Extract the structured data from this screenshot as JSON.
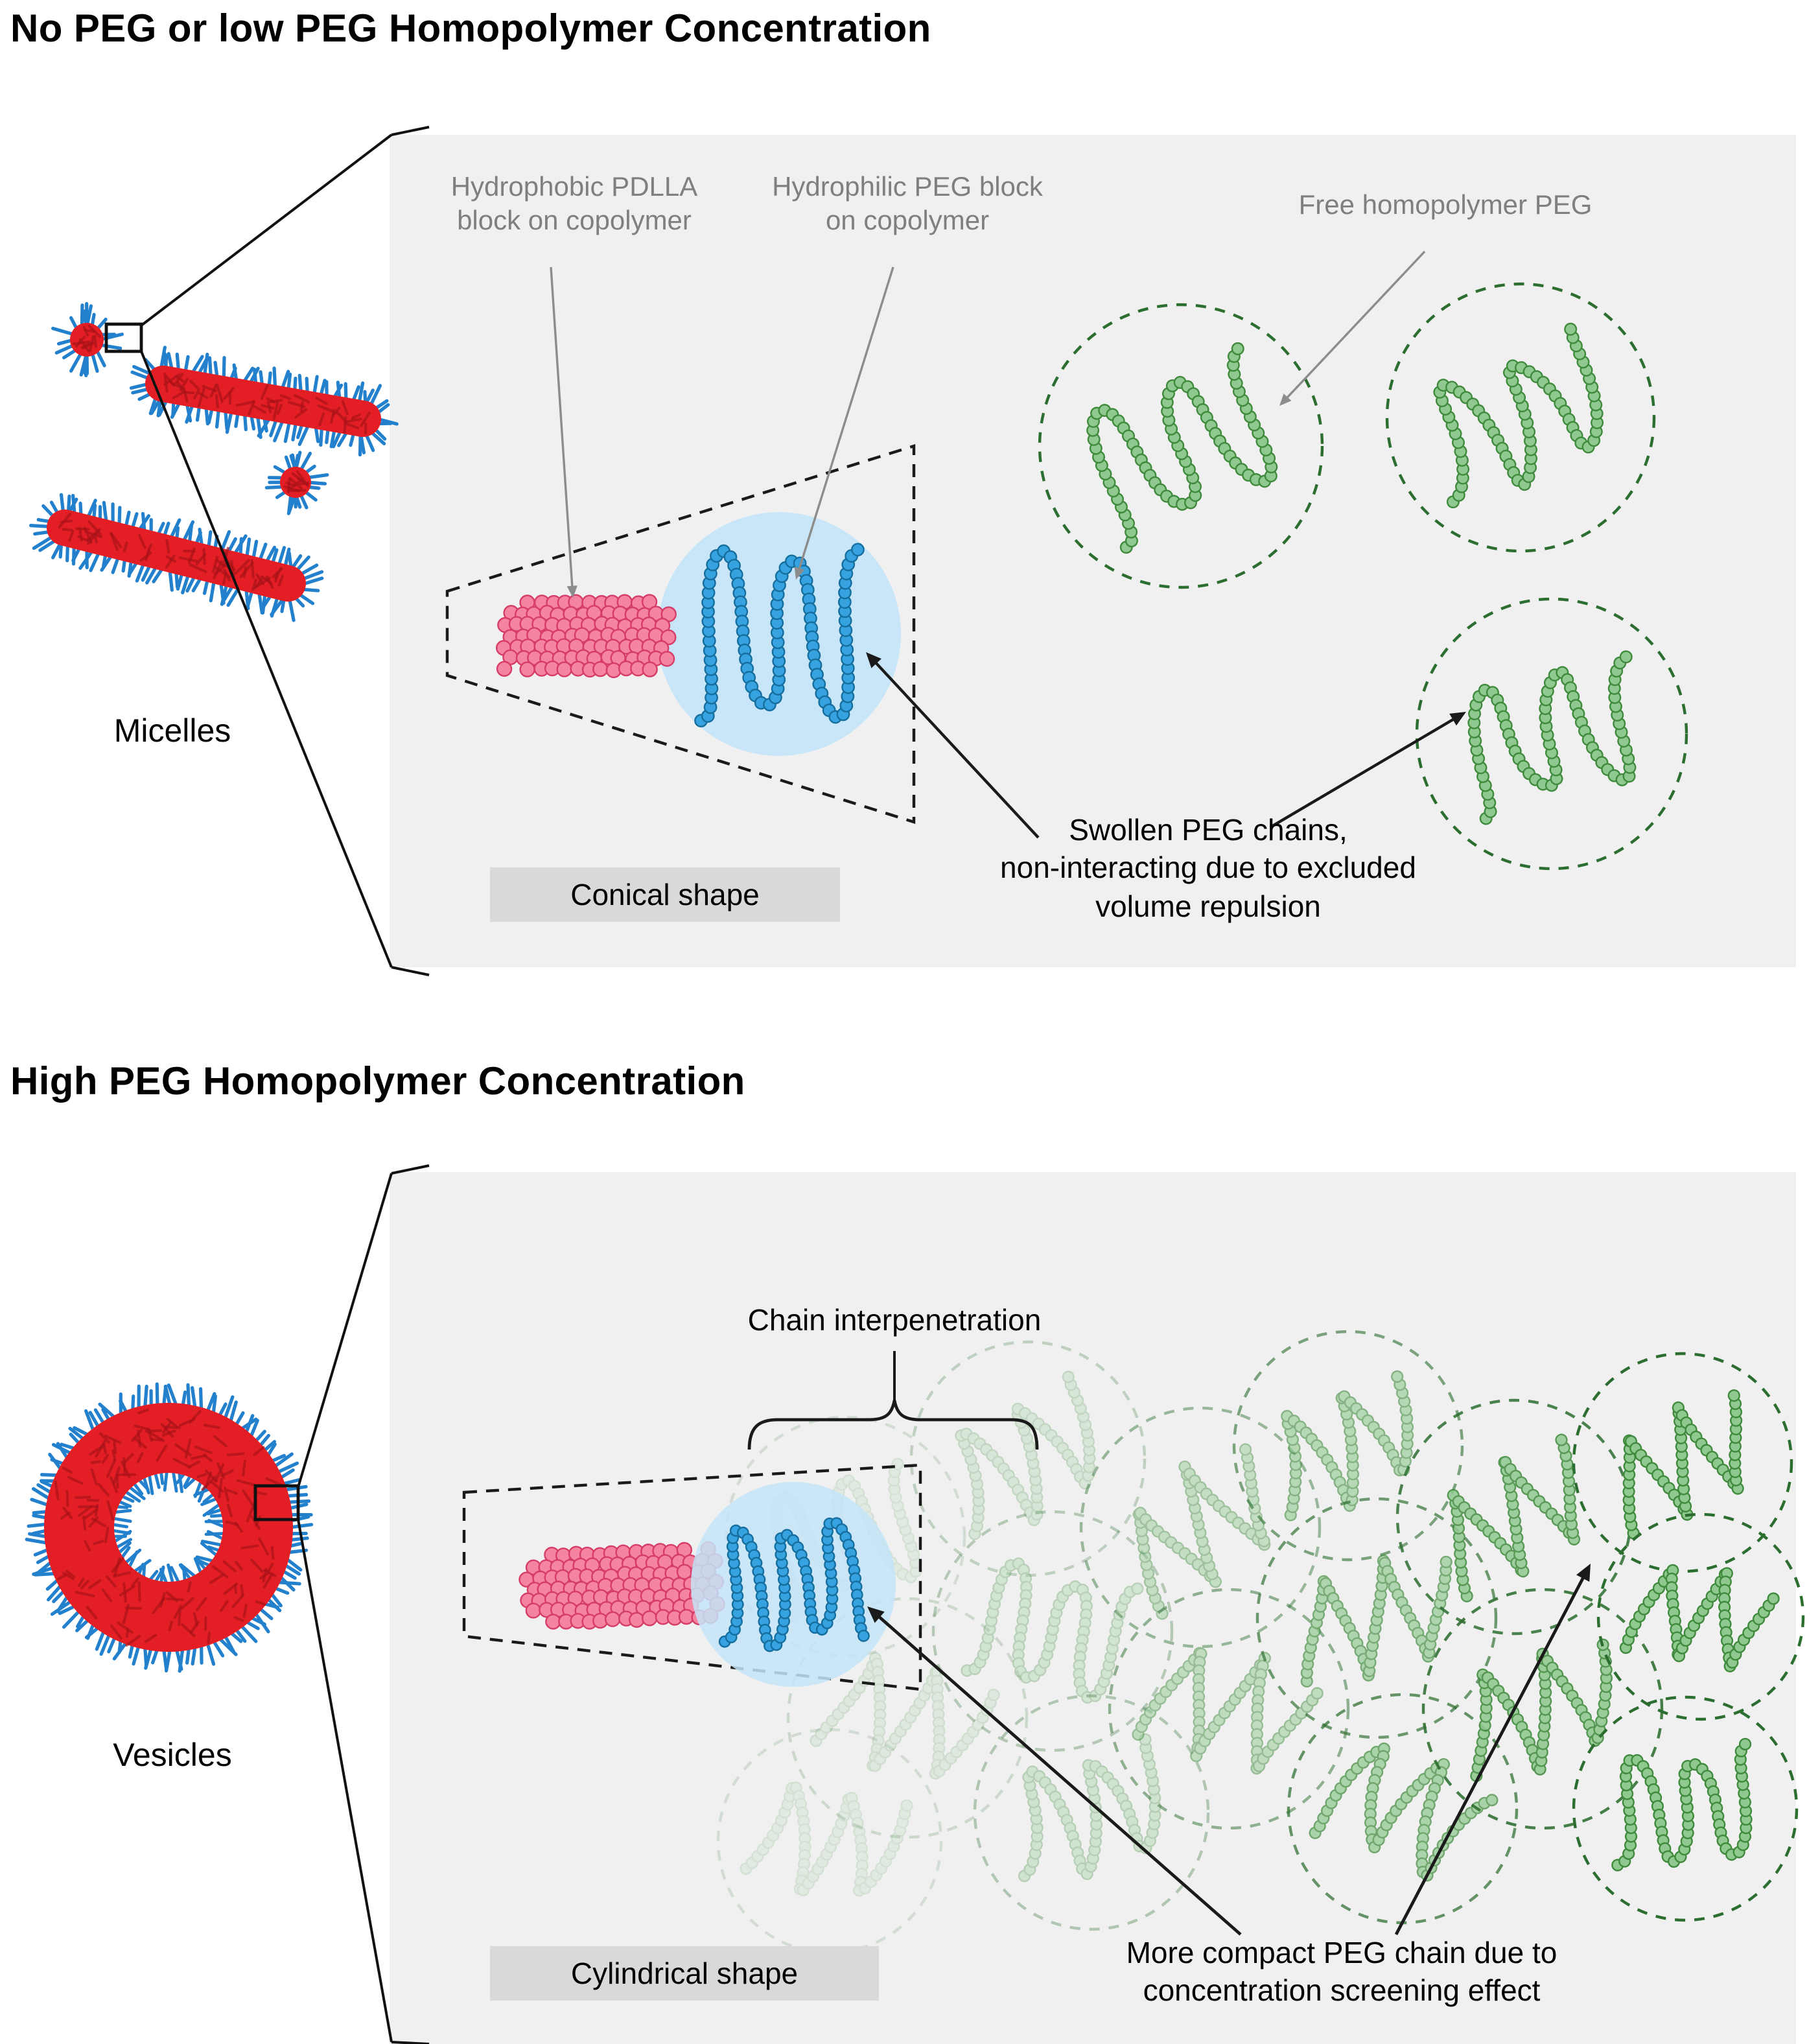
{
  "colors": {
    "panel_bg": "#f0f0f0",
    "label_gray": "#7f7f7f",
    "box_gray": "#d9d9d9",
    "core_red": "#e31e24",
    "core_red_dark": "#a9131a",
    "corona_blue": "#2280cc",
    "peg_blue_fill": "#36a3e0",
    "peg_blue_stroke": "#156e9e",
    "peg_blue_bg": "#c4e4f8",
    "pdlla_pink_fill": "#f4849f",
    "pdlla_pink_stroke": "#d63c68",
    "peg_green_fill": "#8fc98f",
    "peg_green_stroke": "#3f8a3c",
    "green_dash": "#2c6e2f",
    "arrow_gray": "#8c8c8c",
    "arrow_black": "#1a1a1a",
    "zoom_line": "#111111"
  },
  "top": {
    "title": "No PEG or low PEG Homopolymer Concentration",
    "micelles_label": "Micelles",
    "label_hydrophobic": "Hydrophobic PDLLA\nblock on copolymer",
    "label_hydrophilic": "Hydrophilic PEG block\non copolymer",
    "label_free_peg": "Free homopolymer PEG",
    "conical_shape_label": "Conical shape",
    "swollen_note": "Swollen PEG chains,\nnon-interacting due to excluded\nvolume repulsion"
  },
  "bottom": {
    "title": "High PEG Homopolymer Concentration",
    "vesicles_label": "Vesicles",
    "chain_interpenetration_label": "Chain interpenetration",
    "cylindrical_shape_label": "Cylindrical shape",
    "compact_note": "More compact PEG chain due to\nconcentration screening effect"
  }
}
